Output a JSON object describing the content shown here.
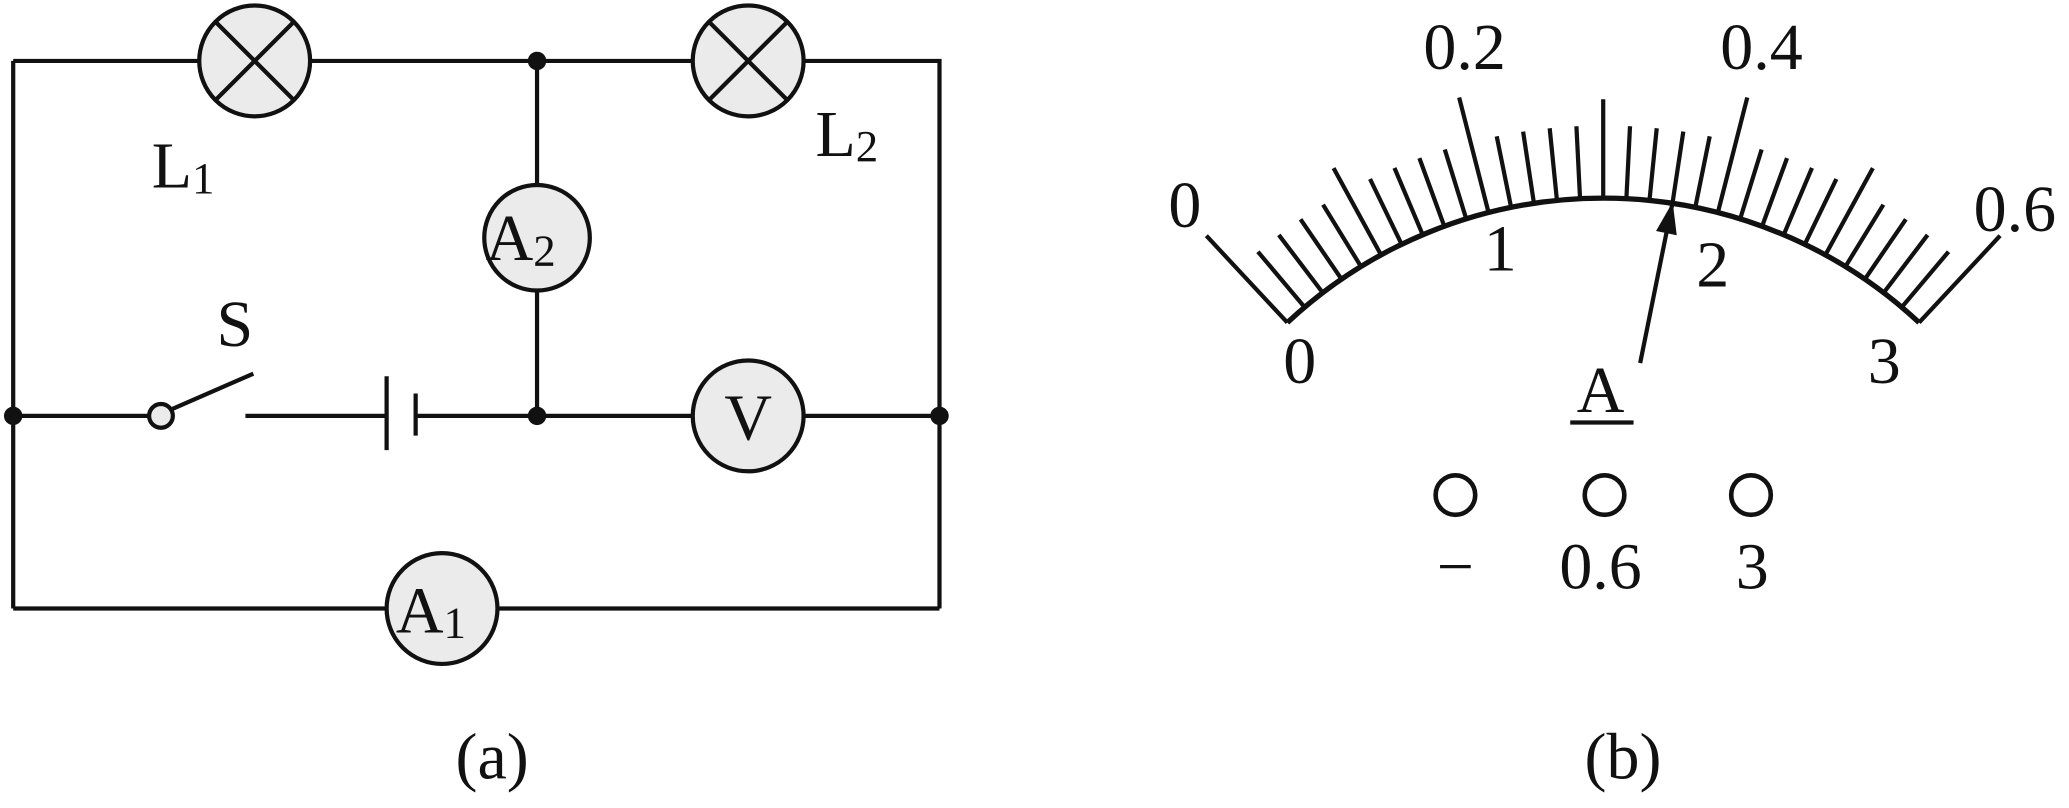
{
  "figure_a": {
    "caption": "(a)",
    "lamp1": {
      "letter": "L",
      "sub": "1"
    },
    "lamp2": {
      "letter": "L",
      "sub": "2"
    },
    "ammeter1": {
      "letter": "A",
      "sub": "1"
    },
    "ammeter2": {
      "letter": "A",
      "sub": "2"
    },
    "voltmeter": {
      "letter": "V"
    },
    "switch": {
      "label": "S"
    }
  },
  "figure_b": {
    "caption": "(b)",
    "unit": "A",
    "upper_scale_labels": [
      "0",
      "0.2",
      "0.4",
      "0.6"
    ],
    "lower_scale_labels": [
      "0",
      "1",
      "2",
      "3"
    ],
    "divisions": 30,
    "needle_divisions": 18,
    "terminals": [
      "−",
      "0.6",
      "3"
    ]
  }
}
